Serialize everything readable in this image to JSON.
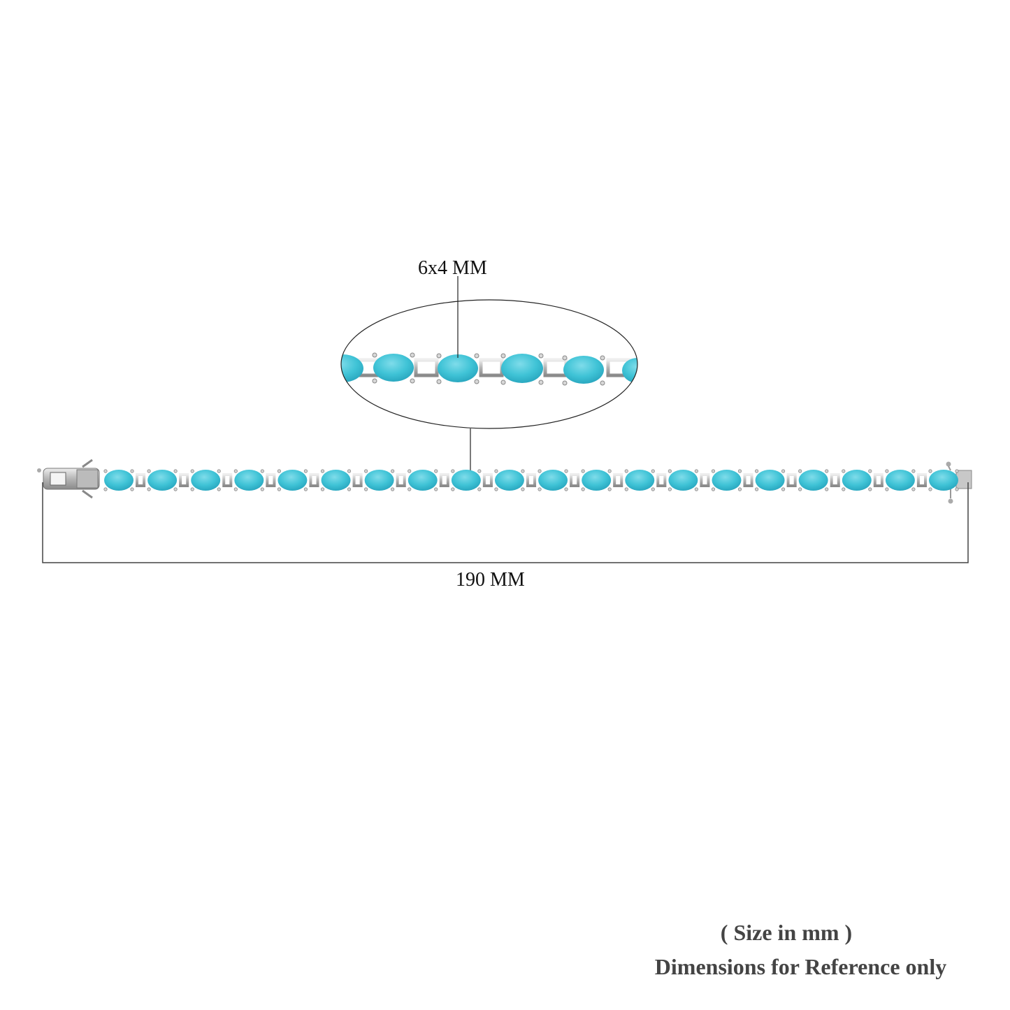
{
  "annotations": {
    "stone_size": "6x4 MM",
    "bracelet_length": "190 MM"
  },
  "notes": {
    "size_unit": "( Size in mm )",
    "disclaimer": "Dimensions for Reference only"
  },
  "product": {
    "stone_count": 20,
    "stone_color": "#3fc3d6",
    "metal_color": "#c9c9c9",
    "line_color": "#333333"
  }
}
